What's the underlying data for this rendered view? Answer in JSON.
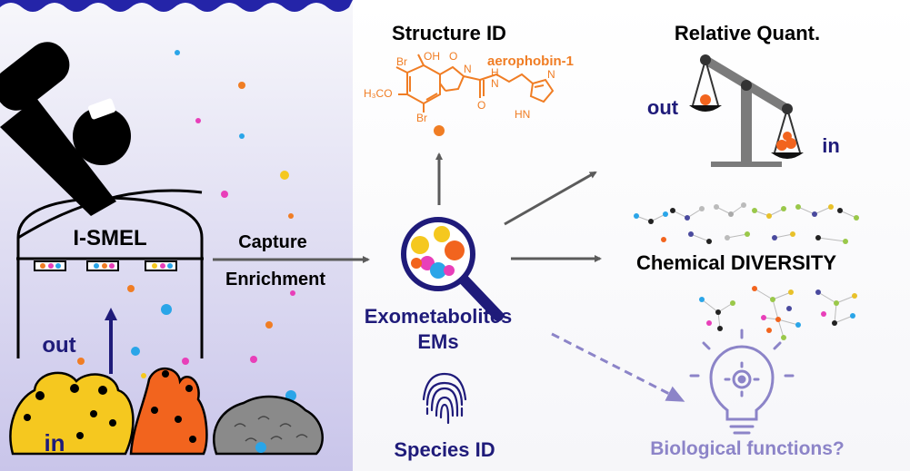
{
  "panel_left": {
    "device_label": "I-SMEL",
    "out_label": "out",
    "in_label": "in"
  },
  "process": {
    "capture_label": "Capture",
    "enrichment_label": "Enrichment"
  },
  "center": {
    "exometabolites_label": "Exometabolites",
    "ems_label": "EMs",
    "species_id_label": "Species ID",
    "fingerprint_icon": "fingerprint-icon",
    "magnifier_icon": "magnifying-glass-icon"
  },
  "structure": {
    "title": "Structure ID",
    "compound_name": "aerophobin-1",
    "atoms": {
      "br1": "Br",
      "oh": "OH",
      "o_n": "O",
      "n1": "N",
      "h3co": "H₃CO",
      "br2": "Br",
      "o_carbonyl": "O",
      "nh_amide": "N",
      "h_amide": "H",
      "n_ring": "N",
      "hn_ring": "HN"
    }
  },
  "quant": {
    "title": "Relative Quant.",
    "out_label": "out",
    "in_label": "in",
    "scale_icon": "balance-scale-icon"
  },
  "diversity": {
    "title": "Chemical DIVERSITY"
  },
  "bio": {
    "label": "Biological functions?",
    "bulb_icon": "lightbulb-gear-icon"
  },
  "colors": {
    "navy": "#1f1b7a",
    "sea_top": "#f7f7fb",
    "sea_bottom": "#c9c5ea",
    "wave": "#2424a8",
    "molecule": "#f07d24",
    "arrow_grey": "#5b5b5b",
    "bio_purple": "#8c84c8",
    "sponge_yellow": "#f5c81f",
    "sponge_orange": "#f2641e",
    "rock_grey": "#8a8a8a"
  }
}
